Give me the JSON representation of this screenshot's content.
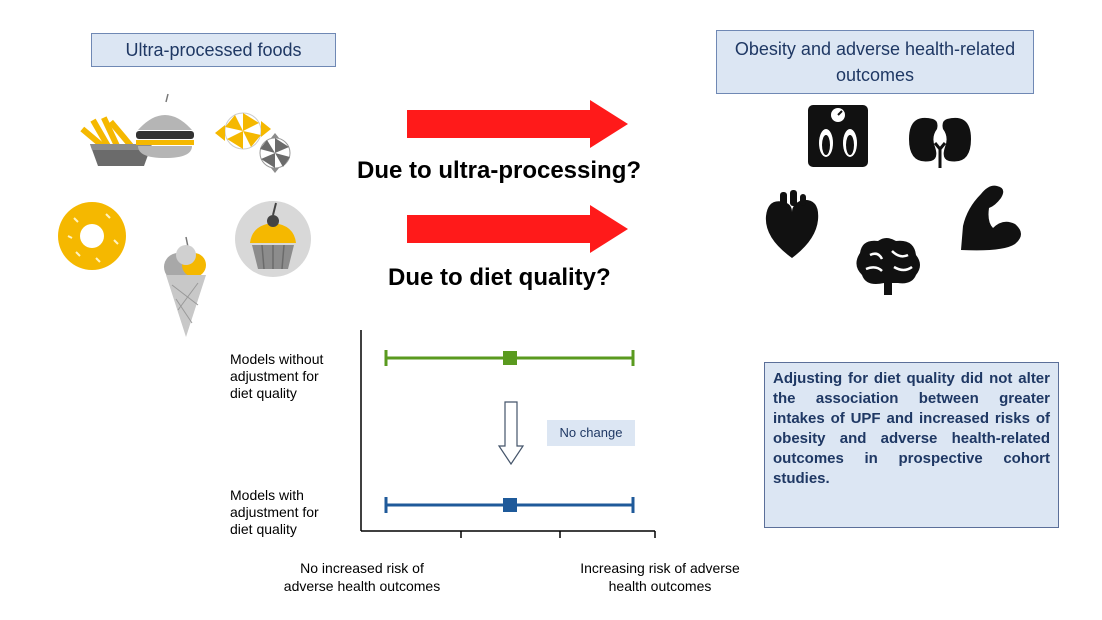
{
  "left_title": "Ultra-processed foods",
  "right_title": "Obesity and adverse health-related outcomes",
  "question_1": "Due to ultra-processing?",
  "question_2": "Due to diet quality?",
  "icons": {
    "foods": [
      "fries-icon",
      "burger-icon",
      "candy-icon",
      "donut-icon",
      "ice-cream-icon",
      "cupcake-icon"
    ],
    "outcomes": [
      "weighing-scale-icon",
      "kidneys-icon",
      "heart-icon",
      "brain-icon",
      "muscle-arm-icon"
    ]
  },
  "colors": {
    "arrow": "#ff1a1a",
    "unadjusted_line": "#5a9a1f",
    "adjusted_line": "#1f5a9a",
    "box_fill": "#dce6f3",
    "box_text": "#1f3864",
    "food_yellow": "#f5b800",
    "food_gray": "#8c8c8c"
  },
  "forest_plot": {
    "row_without": "Models without\nadjustment for\ndiet quality",
    "row_with": "Models with\nadjustment for\ndiet quality",
    "change_label": "No change",
    "x_left_label": "No increased risk of\nadverse health outcomes",
    "x_right_label": "Increasing risk of adverse\nhealth outcomes"
  },
  "summary": "Adjusting for diet quality did not alter the association between greater intakes of UPF and increased risks of obesity and adverse health-related outcomes in prospective cohort studies."
}
